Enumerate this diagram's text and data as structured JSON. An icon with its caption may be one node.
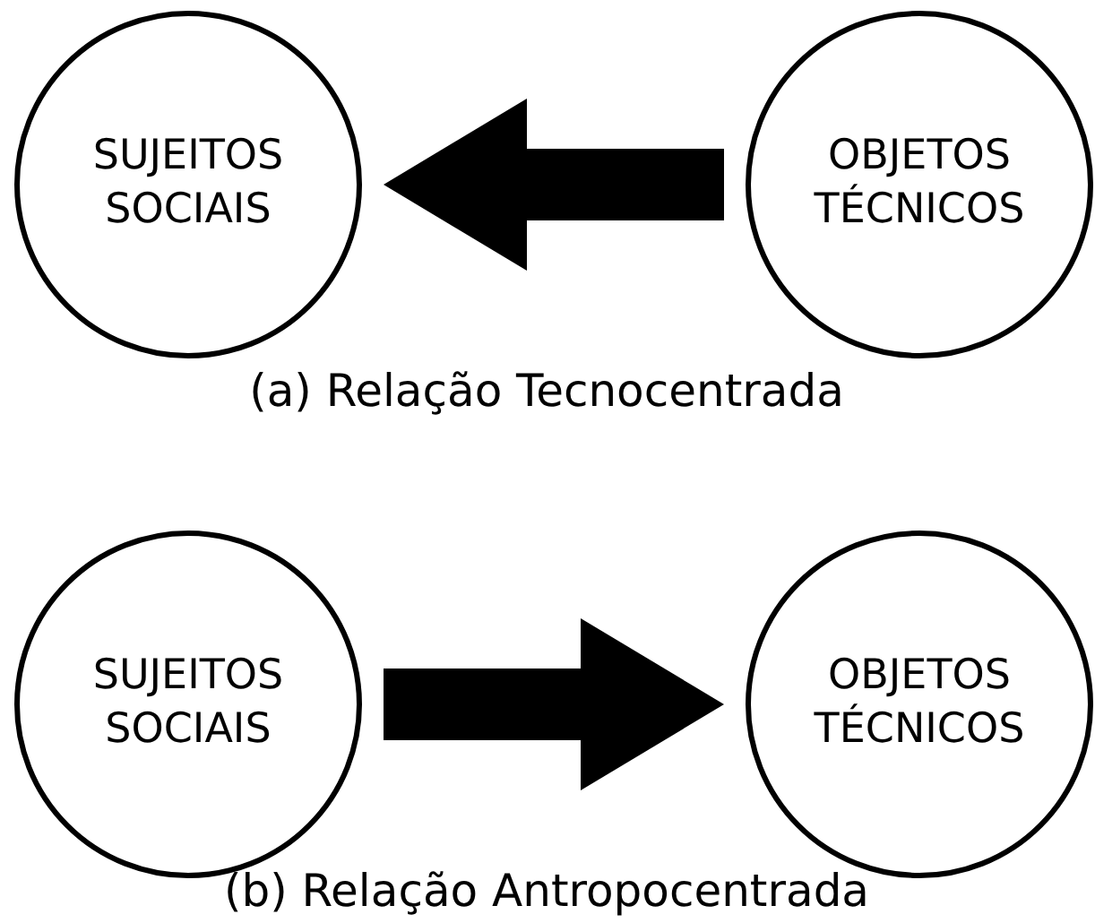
{
  "diagram": {
    "nodes": [
      {
        "text": [
          "SUJEITOS SOCIAIS"
        ]
      },
      {
        "text": [
          "OBJETOS TÉCNICOS"
        ]
      },
      {
        "text": [
          "SUJEITOS SOCIAIS"
        ]
      },
      {
        "text": [
          "OBJETOS TÉCNICOS"
        ]
      }
    ],
    "edges": [
      {
        "from": 1,
        "to": 0,
        "arrow": "to"
      },
      {
        "from": 2,
        "to": 3,
        "arrow": "to"
      }
    ],
    "labels": [
      "(a) Relação Tecnocentrada",
      "(b) Relação Antropocentrada"
    ]
  }
}
